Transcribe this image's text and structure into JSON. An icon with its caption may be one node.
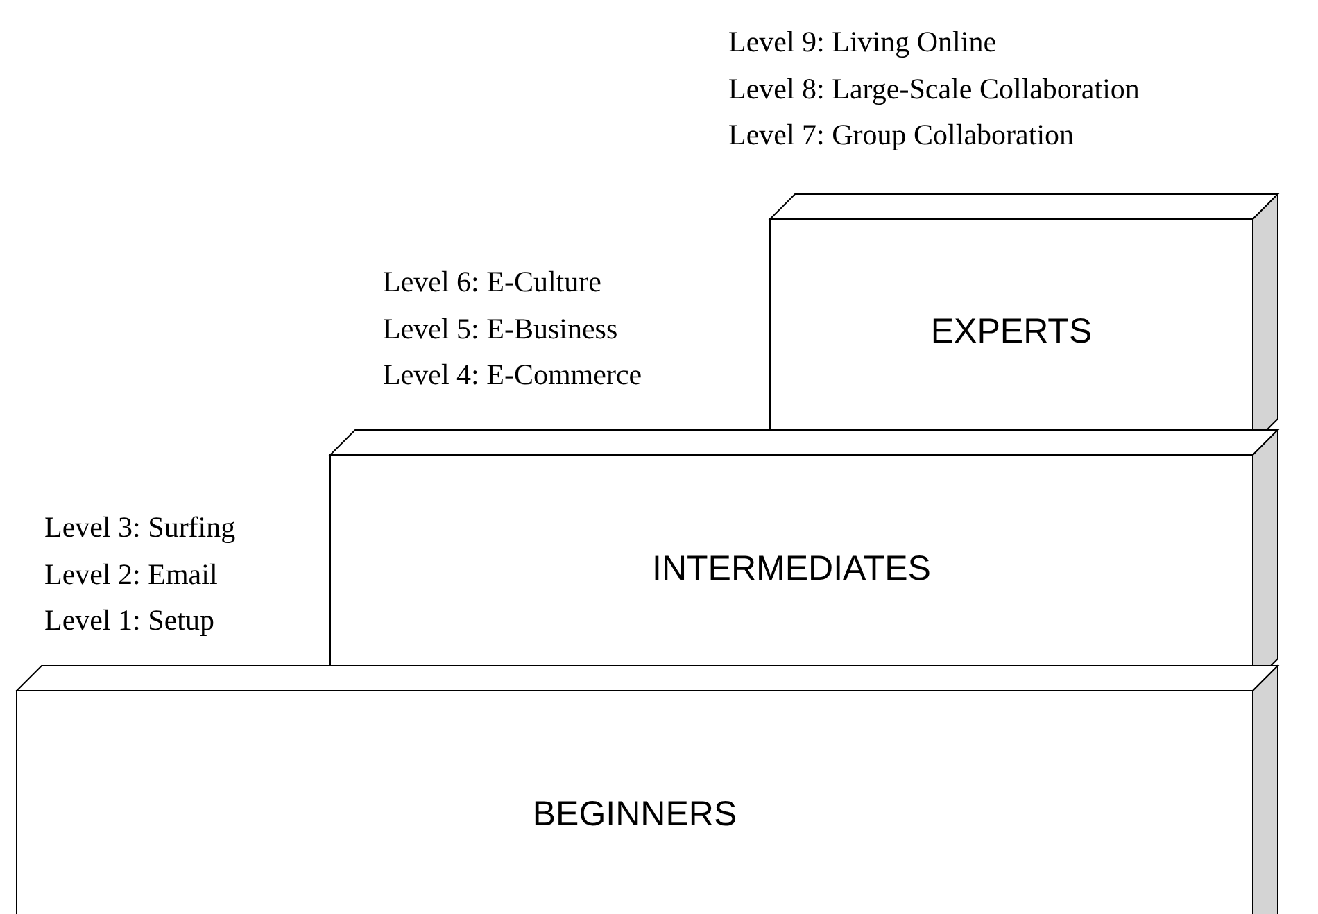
{
  "diagram": {
    "nodes": [
      {
        "text": [
          "EXPERTS"
        ]
      },
      {
        "text": [
          "INTERMEDIATES"
        ]
      },
      {
        "text": [
          "BEGINNERS"
        ]
      }
    ],
    "labels": [
      "Level 9: Living Online",
      "Level 8: Large-Scale Collaboration",
      "Level 7: Group Collaboration",
      "Level 6: E-Culture",
      "Level 5: E-Business",
      "Level 4: E-Commerce",
      "Level 3: Surfing",
      "Level 2: Email",
      "Level 1: Setup"
    ]
  }
}
